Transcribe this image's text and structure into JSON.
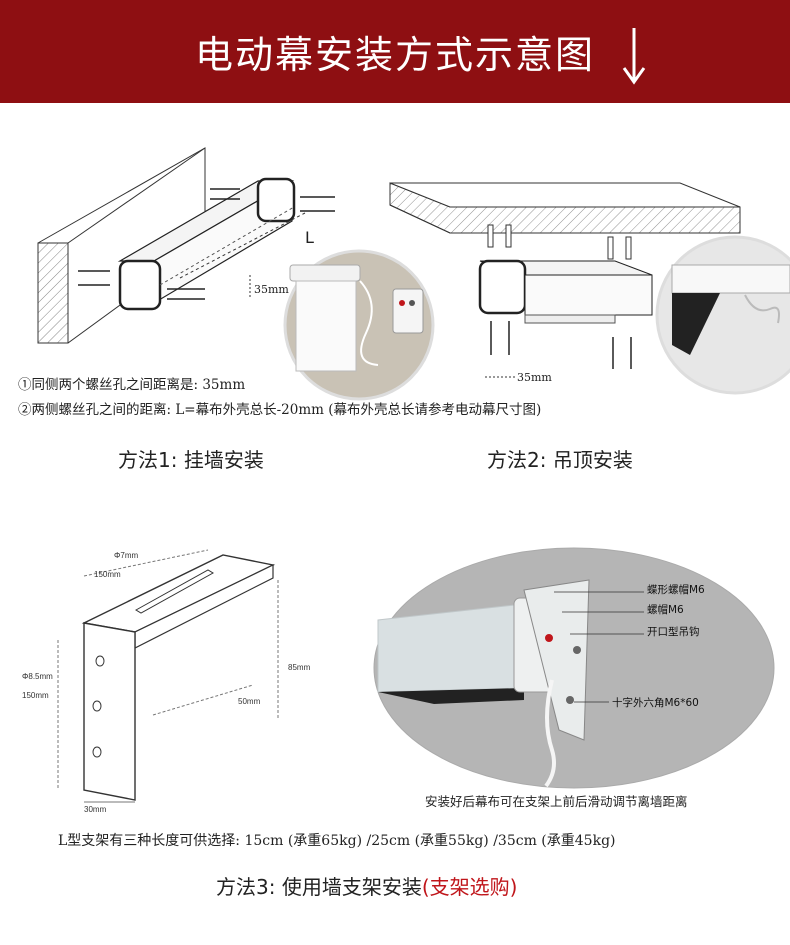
{
  "header": {
    "title": "电动幕安装方式示意图",
    "arrow_icon": "down-arrow-icon",
    "background_color": "#8e0f12"
  },
  "method1": {
    "dimension_35": "35mm",
    "dimension_L": "L"
  },
  "method2": {
    "dimension_35": "35mm"
  },
  "notes": {
    "line1": "①同侧两个螺丝孔之间距离是: 35mm",
    "line2": "②两侧螺丝孔之间的距离: L=幕布外壳总长-20mm (幕布外壳总长请参考电动幕尺寸图)"
  },
  "methods": {
    "method1_label": "方法1: 挂墙安装",
    "method2_label": "方法2: 吊顶安装",
    "method3_label": "方法3: 使用墙支架安装",
    "method3_note": "(支架选购)"
  },
  "bracket": {
    "hole_diameter": "Φ7mm",
    "top_length": "150mm",
    "width_85": "85mm",
    "width_50": "50mm",
    "side_hole": "Φ8.5mm",
    "side_length": "150mm",
    "thickness": "30mm"
  },
  "bracket_photo": {
    "callout1": "蝶形螺帽M6",
    "callout2": "螺帽M6",
    "callout3": "开口型吊钩",
    "callout4": "十字外六角M6*60",
    "caption": "安装好后幕布可在支架上前后滑动调节离墙距离"
  },
  "lengths_note": "L型支架有三种长度可供选择: 15cm (承重65kg) /25cm (承重55kg) /35cm (承重45kg)",
  "accent_color": "#c0161b"
}
